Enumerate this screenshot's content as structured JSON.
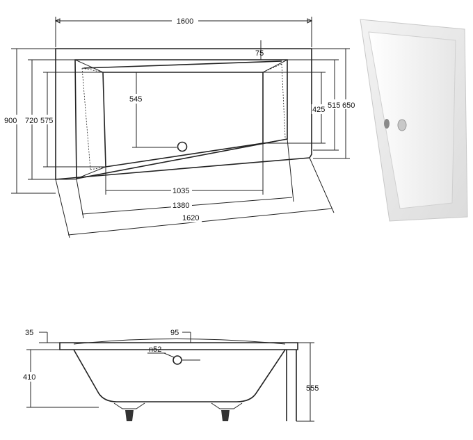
{
  "top_view": {
    "dimensions": {
      "overall_width": "1600",
      "overall_depth": "900",
      "inner_depth": "720",
      "basin_depth": "575",
      "rim_offset": "75",
      "drain_position": "545",
      "side_depth_small": "425",
      "side_depth_mid": "515",
      "side_depth_large": "650",
      "bottom_length": "1035",
      "inner_length": "1380",
      "diagonal_length": "1620"
    }
  },
  "side_view": {
    "dimensions": {
      "rim_thickness": "35",
      "rim_offset": "95",
      "overflow_label": "n52",
      "basin_height": "410",
      "total_height": "555"
    }
  },
  "product_photo": {
    "description_shown": false
  }
}
